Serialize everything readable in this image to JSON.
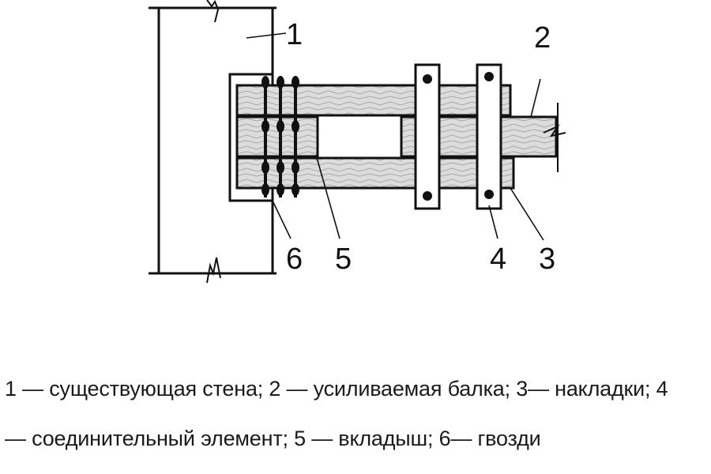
{
  "diagram": {
    "labels": {
      "wall": "1",
      "beam": "2",
      "overlays": "3",
      "connector": "4",
      "insert": "5",
      "nails": "6"
    }
  },
  "caption": {
    "line1": "1 — существующая стена; 2 — усиливаемая балка; 3— накладки; 4",
    "line2": "— соединительный элемент; 5 — вкладыш; 6— гвозди"
  },
  "colors": {
    "line": "#111111",
    "wood": "#d9d9d9",
    "wood_grain": "#a8a8a8",
    "background": "#ffffff"
  }
}
